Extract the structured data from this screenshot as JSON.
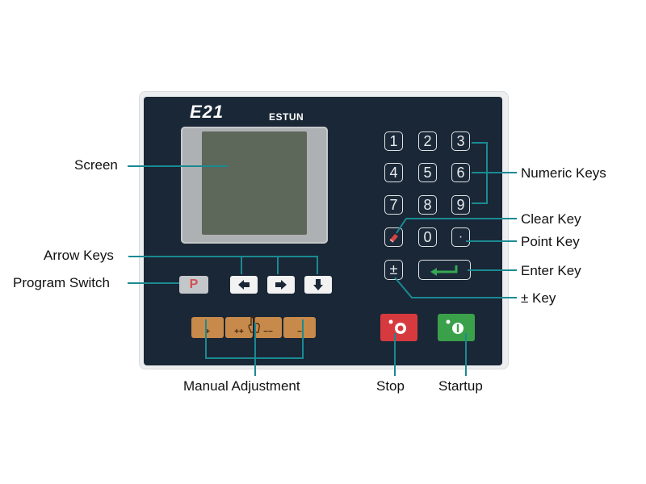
{
  "panel": {
    "model": "E21",
    "maker": "ESTUN"
  },
  "keys": {
    "numeric": [
      "1",
      "2",
      "3",
      "4",
      "5",
      "6",
      "7",
      "8",
      "9",
      "0"
    ],
    "point": "·",
    "plus_minus": "±",
    "program": "P",
    "manual": [
      "+",
      "++",
      "−−",
      "−"
    ]
  },
  "labels": {
    "screen": "Screen",
    "arrow_keys": "Arrow Keys",
    "program_switch": "Program Switch",
    "numeric_keys": "Numeric Keys",
    "clear_key": "Clear Key",
    "point_key": "Point Key",
    "enter_key": "Enter Key",
    "pm_key": "± Key",
    "manual_adjustment": "Manual Adjustment",
    "stop": "Stop",
    "startup": "Startup"
  },
  "colors": {
    "callout": "#1a8a92",
    "panel": "#1a2736",
    "stop": "#d63a3f",
    "start": "#3aa04a",
    "manual": "#c88a4a",
    "program": "#d35050"
  }
}
